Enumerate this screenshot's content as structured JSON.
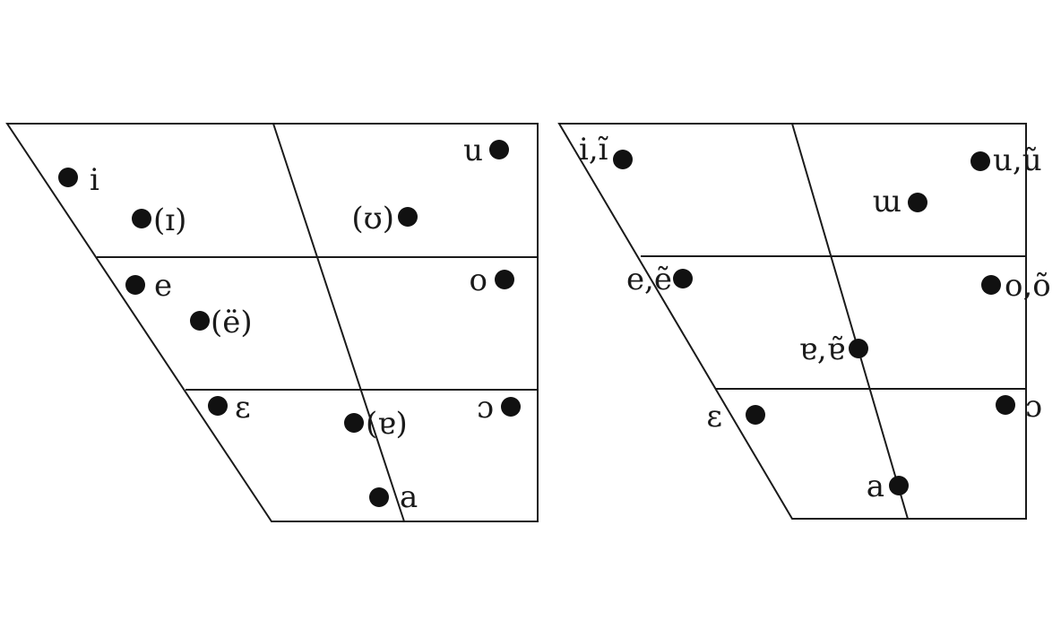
{
  "charts": [
    {
      "vowels": [
        {
          "label": "i"
        },
        {
          "label": "(ɪ)"
        },
        {
          "label": "(ʊ)"
        },
        {
          "label": "u"
        },
        {
          "label": "e"
        },
        {
          "label": "(ë)"
        },
        {
          "label": "o"
        },
        {
          "label": "ɛ"
        },
        {
          "label": "(ɐ)"
        },
        {
          "label": "ɔ"
        },
        {
          "label": "a"
        }
      ]
    },
    {
      "vowels": [
        {
          "label": "i,ĩ"
        },
        {
          "label": "u,ũ"
        },
        {
          "label": "ɯ"
        },
        {
          "label": "e,ẽ"
        },
        {
          "label": "o,õ"
        },
        {
          "label": "ɐ,ɐ̃"
        },
        {
          "label": "ɛ"
        },
        {
          "label": "ɔ"
        },
        {
          "label": "a"
        }
      ]
    }
  ],
  "style": {
    "line_color": "#1a1a1a",
    "dot_color": "#111111",
    "background": "#ffffff"
  }
}
